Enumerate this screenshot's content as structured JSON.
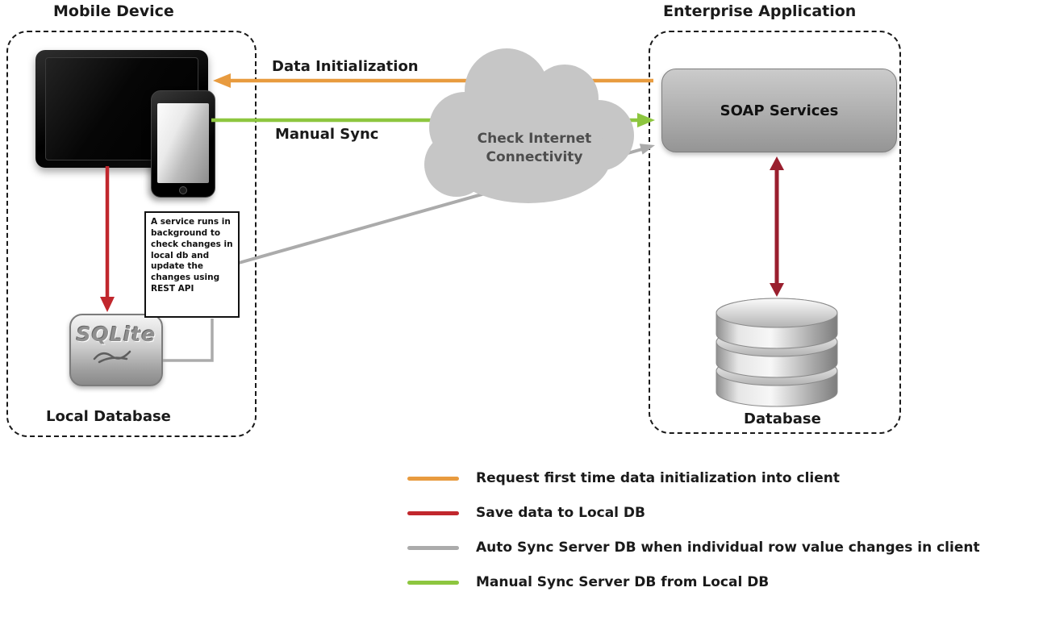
{
  "titles": {
    "mobile_device": "Mobile Device",
    "enterprise_application": "Enterprise Application"
  },
  "mobile": {
    "sqlite_logo_text": "SQLite",
    "local_database_label": "Local Database",
    "note_text": "A service runs in background to check changes in local db and update the changes using REST API"
  },
  "cloud": {
    "label": "Check Internet Connectivity"
  },
  "enterprise": {
    "soap_services_label": "SOAP Services",
    "database_label": "Database"
  },
  "arrows": {
    "data_initialization_label": "Data Initialization",
    "manual_sync_label": "Manual Sync"
  },
  "legend": [
    {
      "color": "#E89B3F",
      "label": "Request first time data initialization into client"
    },
    {
      "color": "#C1272D",
      "label": "Save data to Local DB"
    },
    {
      "color": "#ABABAB",
      "label": "Auto Sync Server DB when individual row value changes in client"
    },
    {
      "color": "#8DC63F",
      "label": "Manual Sync Server DB from Local DB"
    }
  ],
  "icons": {
    "tablet": "tablet-icon",
    "phone": "phone-icon",
    "sqlite": "sqlite-logo-icon",
    "cloud": "cloud-icon",
    "database": "database-cylinder-icon"
  },
  "colors": {
    "data_initialization": "#E89B3F",
    "manual_sync": "#8DC63F",
    "save_local": "#C1272D",
    "auto_sync": "#ABABAB",
    "soap_db_link": "#9A1F2E",
    "cloud_fill": "#C6C6C6"
  }
}
